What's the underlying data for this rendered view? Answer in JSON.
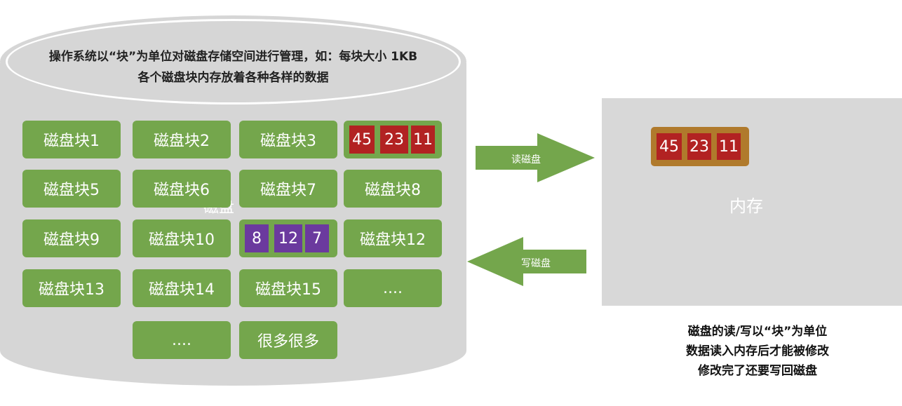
{
  "disk": {
    "caption_line1": "操作系统以“块”为单位对磁盘存储空间进行管理，如：每块大小 1KB",
    "caption_line2": "各个磁盘块内存放着各种各样的数据",
    "hidden_label": "磁盘"
  },
  "blocks": {
    "b1": "磁盘块1",
    "b2": "磁盘块2",
    "b3": "磁盘块3",
    "b5": "磁盘块5",
    "b6": "磁盘块6",
    "b7": "磁盘块7",
    "b8": "磁盘块8",
    "b9": "磁盘块9",
    "b10": "磁盘块10",
    "b12": "磁盘块12",
    "b13": "磁盘块13",
    "b14": "磁盘块14",
    "b15": "磁盘块15",
    "dots1": "....",
    "dots2": "....",
    "many": "很多很多"
  },
  "block4_cells": [
    "45",
    "23",
    "11"
  ],
  "block11_cells": [
    "8",
    "12",
    "7"
  ],
  "memory": {
    "label": "内存",
    "cells": [
      "45",
      "23",
      "11"
    ]
  },
  "arrows": {
    "read": "读磁盘",
    "write": "写磁盘"
  },
  "notes": {
    "line1": "磁盘的读/写以“块”为单位",
    "line2": "数据读入内存后才能被修改",
    "line3": "修改完了还要写回磁盘"
  },
  "colors": {
    "block_green": "#74a64c",
    "cell_red": "#b22222",
    "cell_purple": "#6b3a9e",
    "memory_frame": "#b07a2c",
    "arrow_green": "#74a64c",
    "disk_gray": "#d6d6d6"
  }
}
